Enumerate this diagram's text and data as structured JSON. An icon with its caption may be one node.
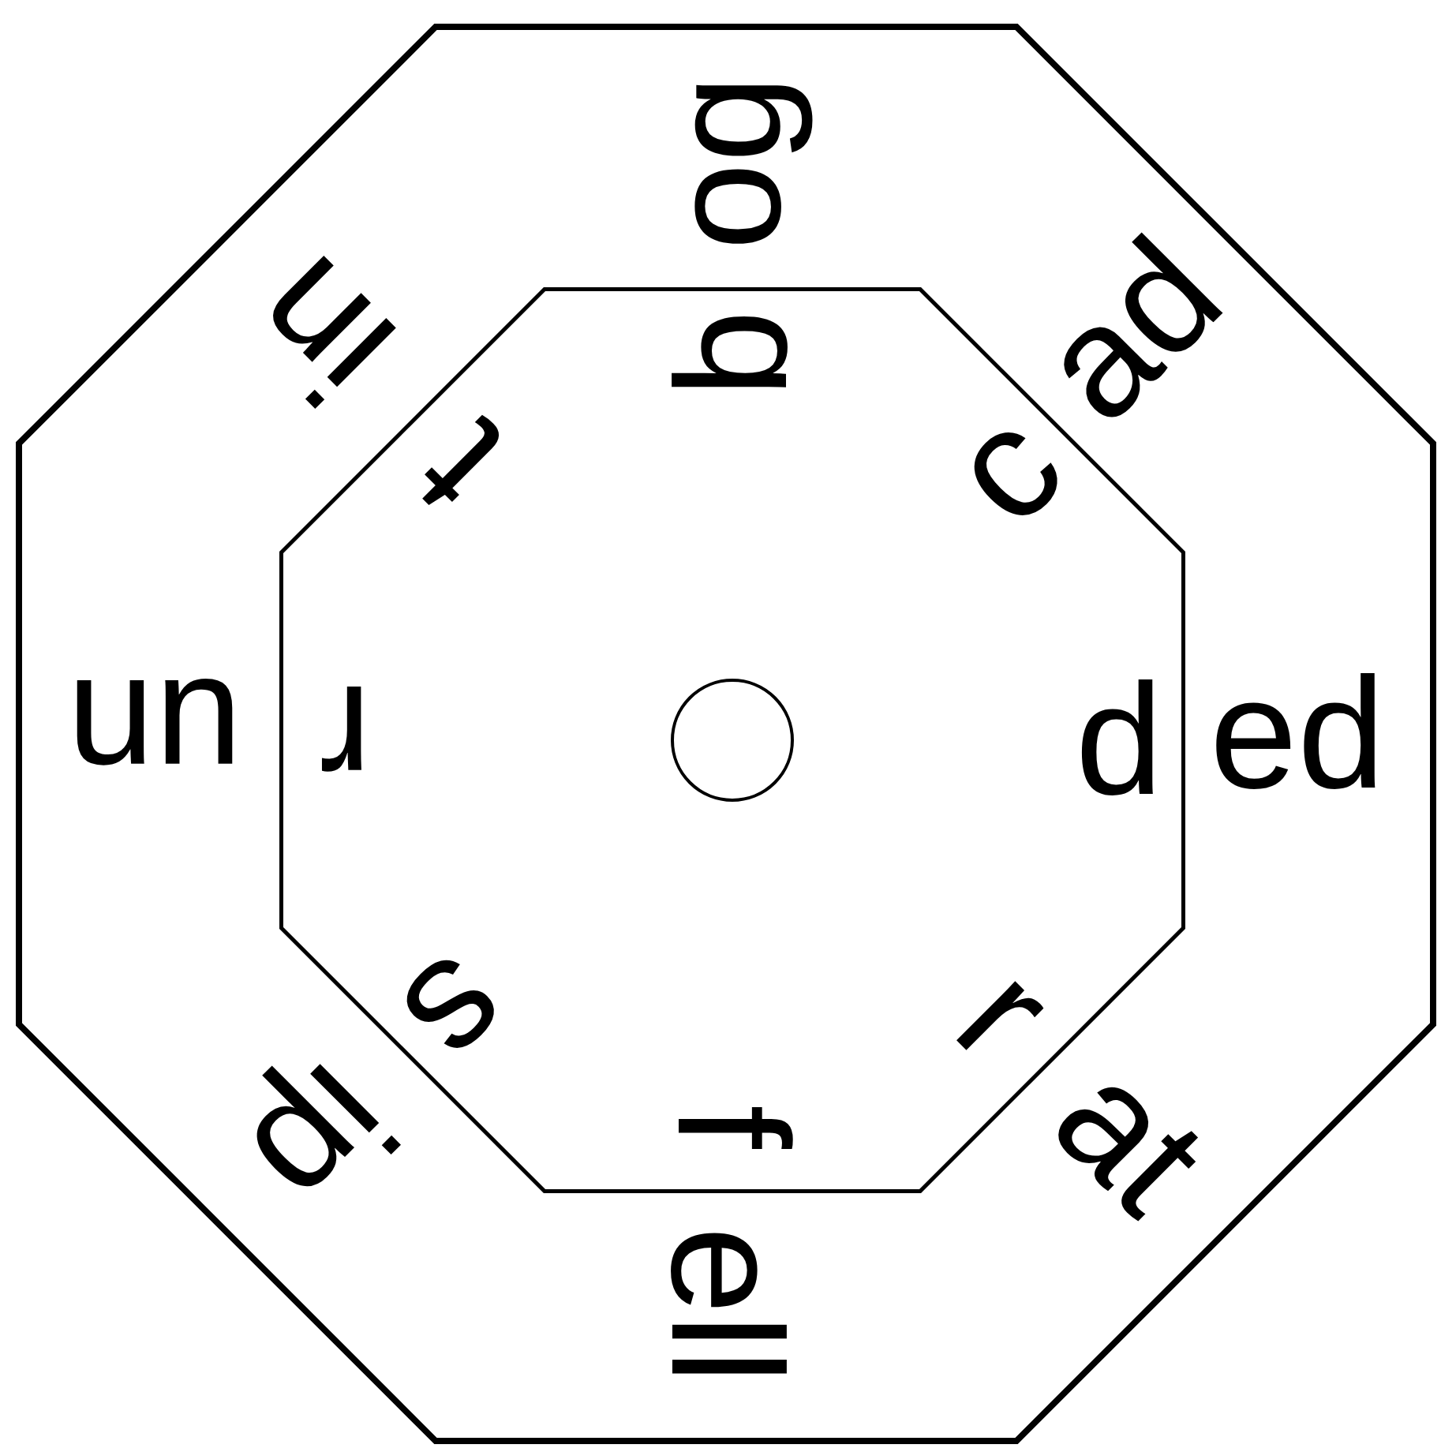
{
  "diagram": {
    "nodes": [
      {
        "text": [
          "og",
          "ad",
          "ed",
          "at",
          "ell",
          "ip",
          "un",
          "in"
        ]
      },
      {
        "text": [
          "b",
          "c",
          "d",
          "r",
          "f",
          "s",
          "r",
          "t"
        ],
        "in": 0
      },
      {
        "text": [],
        "shape": "circle",
        "in": 1
      }
    ]
  }
}
